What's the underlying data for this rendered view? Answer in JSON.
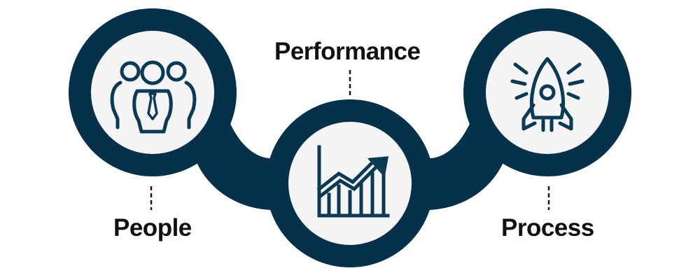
{
  "diagram": {
    "colors": {
      "ring": "#06314a",
      "inner": "#f4f4f4",
      "icon": "#0b3a55",
      "connector": "#1a1a1a",
      "text": "#111111",
      "background": "#ffffff"
    },
    "nodes": [
      {
        "id": "people",
        "label": "People",
        "icon": "team-icon"
      },
      {
        "id": "performance",
        "label": "Performance",
        "icon": "growth-chart-icon"
      },
      {
        "id": "process",
        "label": "Process",
        "icon": "rocket-icon"
      }
    ]
  }
}
